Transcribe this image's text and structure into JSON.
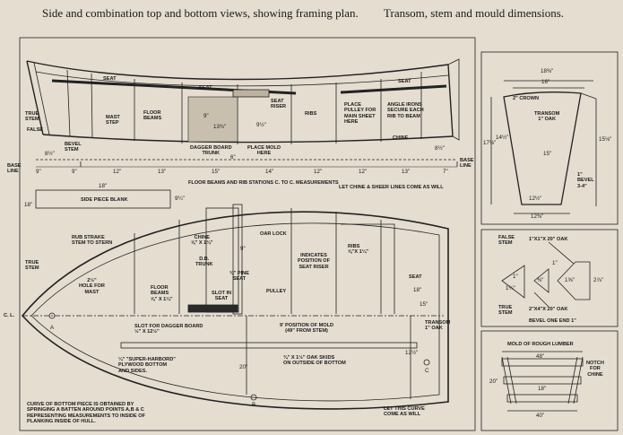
{
  "header": {
    "left": "Side and combination top and bottom views, showing framing plan.",
    "right": "Transom, stem and mould dimensions."
  },
  "side_view": {
    "labels": {
      "seat_1": "SEAT",
      "seat_2": "SEAT",
      "seat_3": "SEAT",
      "true_stem": "TRUE\nSTEM",
      "false": "FALSE",
      "bevel_stem": "BEVEL\nSTEM",
      "mast_step": "MAST\nSTEP",
      "floor_beams": "FLOOR\nBEAMS",
      "dagger_trunk": "DAGGER BOARD\nTRUNK",
      "seat_riser": "SEAT\nRISER",
      "ribs": "RIBS",
      "place_pulley": "PLACE\nPULLEY FOR\nMAIN SHEET\nHERE",
      "angle_irons": "ANGLE IRONS\nSECURE EACH\nRIB TO BEAM",
      "chine": "CHINE",
      "place_mold": "PLACE MOLD\nHERE",
      "base_line_left": "BASE\nLINE",
      "base_line_right": "BASE\nLINE"
    },
    "dims": {
      "d_9": "9\"",
      "d_1334": "13¾\"",
      "d_912": "9½\"",
      "d_6": "6\"",
      "h_812": "8½\"",
      "h_812r": "8½\"",
      "s_9a": "9\"",
      "s_9b": "9\"",
      "s_12": "12\"",
      "s_13a": "13\"",
      "s_15": "15\"",
      "s_14": "14\"",
      "s_12b": "12\"",
      "s_12c": "12\"",
      "s_13b": "13\"",
      "s_7": "7\""
    },
    "notes": {
      "stations": "FLOOR BEAMS AND RIB STATIONS C. TO C. MEASUREMENTS",
      "let_chine": "LET CHINE & SHEER LINES COME AS WILL"
    }
  },
  "side_piece": {
    "label": "SIDE PIECE BLANK",
    "len": "18\"",
    "w": "9¼\"",
    "h": "18\""
  },
  "plan_view": {
    "labels": {
      "true_stem": "TRUE\nSTEM",
      "rub_strake": "RUB STRAKE\nSTEM TO STERN",
      "hole_mast": "2½\"\nHOLE FOR\nMAST",
      "chine": "CHINE\n⅝\" x 1¼\"",
      "db_trunk": "D.B.\nTRUNK",
      "oar_lock": "OAR LOCK",
      "indicates": "INDICATES\nPOSITION OF\nSEAT RISER",
      "ribs": "RIBS\n⅝\"x 1¼\"",
      "floor_beams": "FLOOR\nBEAMS\n⅝\" x 1¼\"",
      "pine_seat": "¾\" PINE\nSEAT",
      "slot_seat": "SLOT IN\nSEAT",
      "pulley": "PULLEY",
      "seat": "SEAT",
      "cl": "C. L.",
      "slot_dagger": "SLOT FOR DAGGER BOARD\n½\" X 12½\"",
      "position_mold": "9' POSITION OF MOLD\n(49\" FROM STEM)",
      "transom": "TRANSOM\n1\" OAK",
      "plywood": "¼\" \"SUPER-HARBORD\"\nPLYWOOD BOTTOM\nAND SIDES.",
      "skids": "¾\" x 1½\" OAK SKIDS\nON OUTSIDE OF BOTTOM",
      "curve_note": "CURVE OF BOTTOM PIECE IS OBTAINED BY\nSPRINGING A BATTEN AROUND POINTS A,B & C\nREPRESENTING MEASUREMENTS TO INSIDE OF\nPLANKING INSIDE OF HULL.",
      "let_curve": "LET THIS CURVE\nCOME AS WILL",
      "pt_a": "A",
      "pt_b": "B",
      "pt_c": "C"
    },
    "dims": {
      "d_18": "18\"",
      "d_15": "15\"",
      "d_20": "20\"",
      "d_1212": "12½\"",
      "d_9": "9\""
    }
  },
  "transom_detail": {
    "title": "TRANSOM\n1\" OAK",
    "crown": "2\" CROWN",
    "bevel": "1\"\nBEVEL\n3-4\"",
    "top_w": "18⅜\"",
    "top_w2": "16\"",
    "bot_w": "12⅜\"",
    "bot_w2": "12½\"",
    "h_left": "17⅛\"",
    "h_left2": "14½\"",
    "h_right": "15⅛\"",
    "h_slope": "15\""
  },
  "stem_detail": {
    "false_stem": "FALSE\nSTEM",
    "false_size": "1\"X1\"X 20\" OAK",
    "true_stem": "TRUE\nSTEM",
    "true_size": "2\"X4\"X 20\" OAK",
    "bevel": "BEVEL ONE END 1\"",
    "d1": "1\"",
    "d2": "1\"",
    "d3": "⅜\"",
    "d4": "1⅝\"",
    "d5": "2⅞\"",
    "d6": "1¼\""
  },
  "mold_detail": {
    "title": "MOLD OF ROUGH LUMBER",
    "top": "48\"",
    "mid": "18\"",
    "bot": "40\"",
    "h": "20\"",
    "notch": "NOTCH\nFOR\nCHINE"
  }
}
